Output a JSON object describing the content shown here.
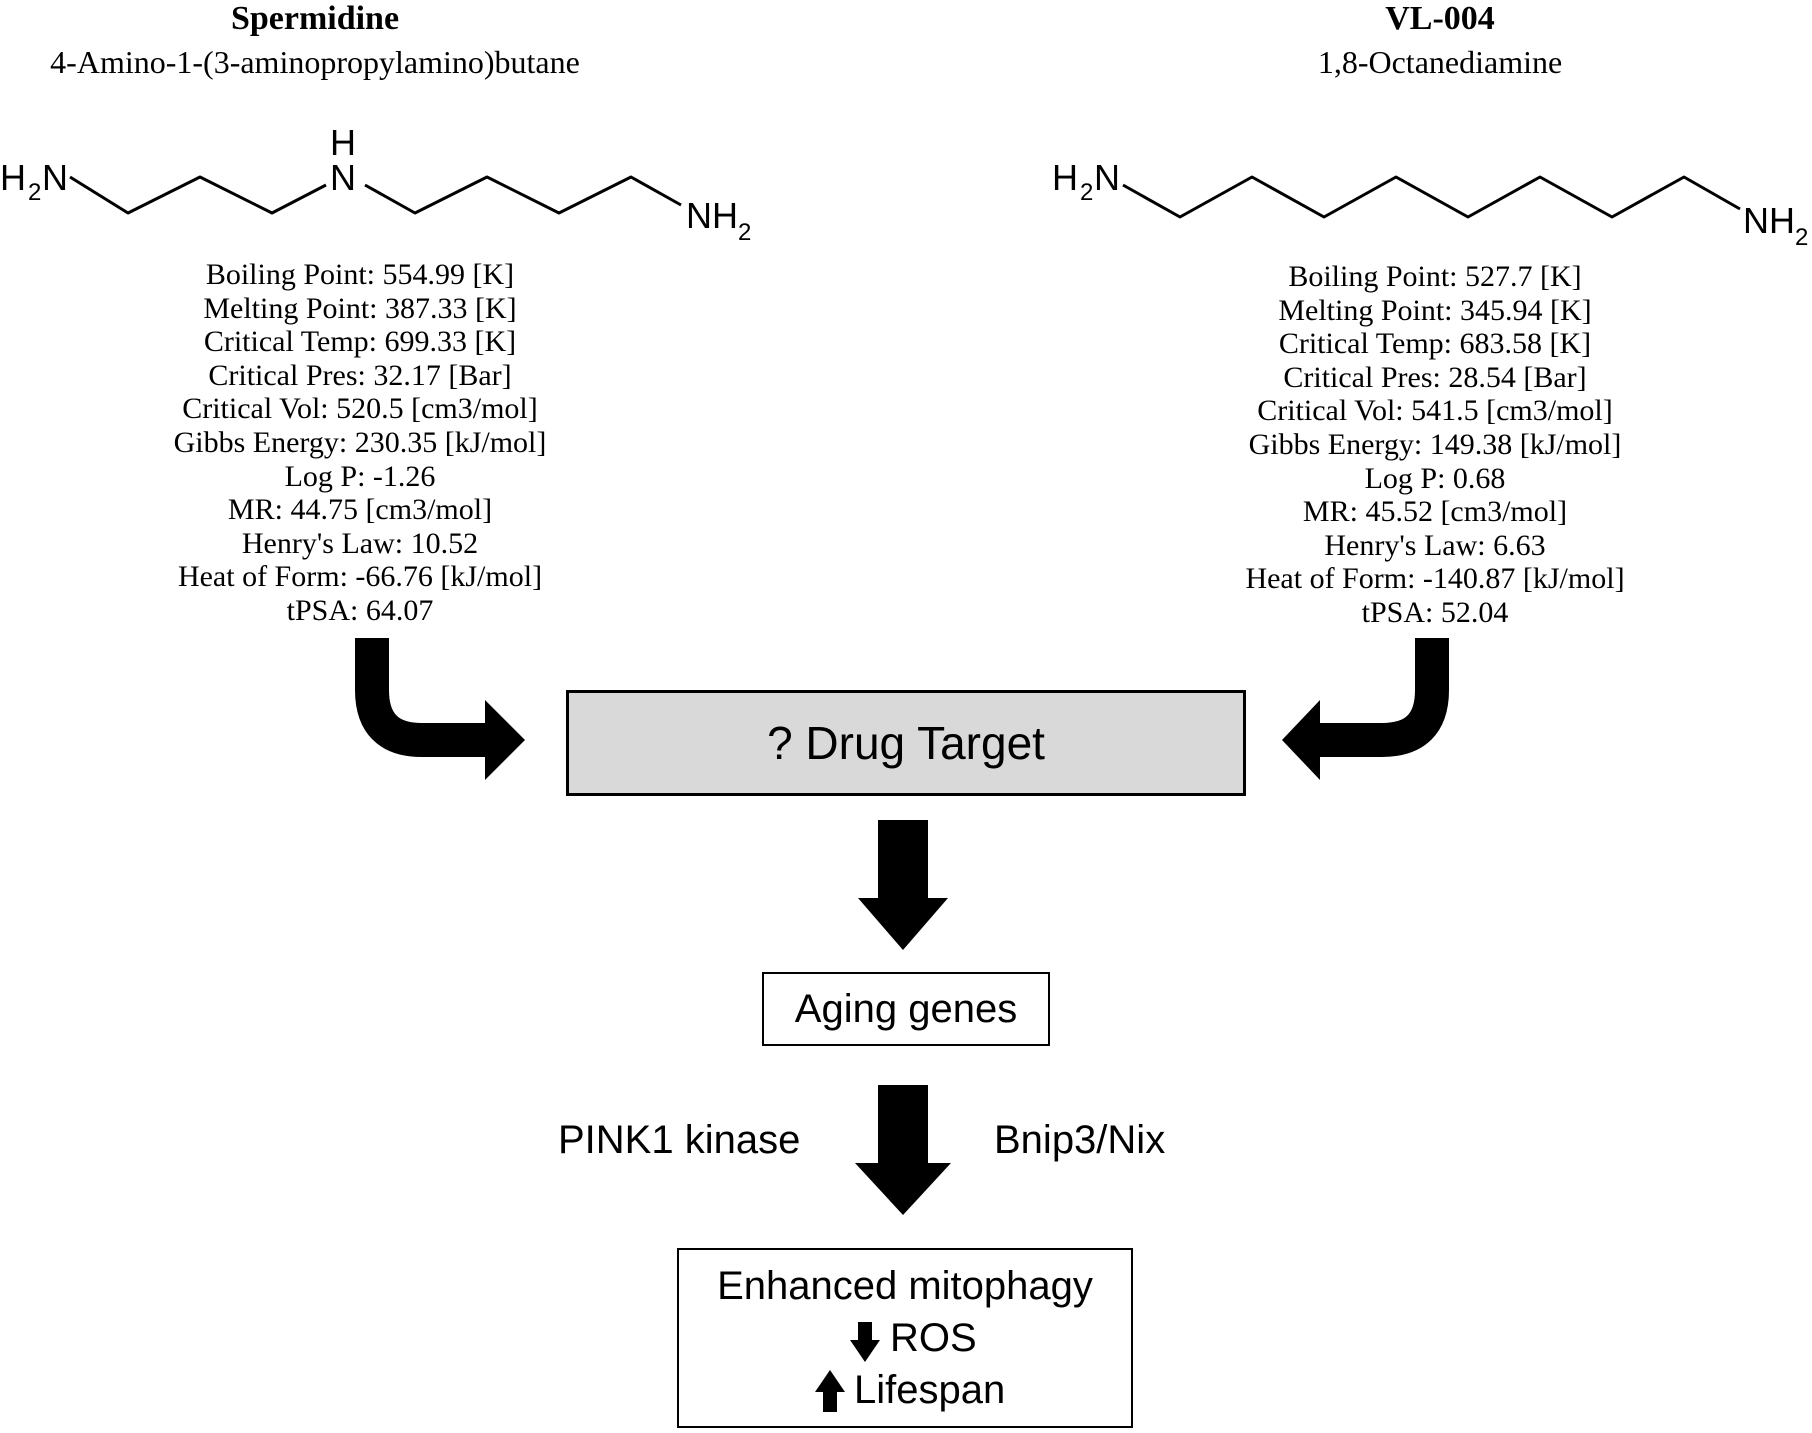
{
  "left_compound": {
    "name": "Spermidine",
    "iupac": "4-Amino-1-(3-aminopropylamino)butane",
    "atoms": {
      "h2n": "H",
      "h2n_sub": "2",
      "h2n_n": "N",
      "nh": "N",
      "nh_h": "H",
      "nh2": "NH",
      "nh2_sub": "2"
    },
    "properties": [
      "Boiling Point: 554.99 [K]",
      "Melting Point: 387.33 [K]",
      "Critical Temp: 699.33 [K]",
      "Critical Pres: 32.17 [Bar]",
      "Critical Vol: 520.5 [cm3/mol]",
      "Gibbs Energy: 230.35 [kJ/mol]",
      "Log P: -1.26",
      "MR: 44.75 [cm3/mol]",
      "Henry's Law: 10.52",
      "Heat of Form: -66.76 [kJ/mol]",
      "tPSA: 64.07"
    ]
  },
  "right_compound": {
    "name": "VL-004",
    "iupac": "1,8-Octanediamine",
    "atoms": {
      "h2n": "H",
      "h2n_sub": "2",
      "h2n_n": "N",
      "nh2": "NH",
      "nh2_sub": "2"
    },
    "properties": [
      "Boiling Point: 527.7 [K]",
      "Melting Point: 345.94 [K]",
      "Critical Temp: 683.58 [K]",
      "Critical Pres: 28.54 [Bar]",
      "Critical Vol: 541.5 [cm3/mol]",
      "Gibbs Energy: 149.38 [kJ/mol]",
      "Log P: 0.68",
      "MR: 45.52 [cm3/mol]",
      "Henry's Law: 6.63",
      "Heat of Form: -140.87 [kJ/mol]",
      "tPSA: 52.04"
    ]
  },
  "drug_target": "? Drug Target",
  "aging_genes": "Aging genes",
  "pathway_left": "PINK1 kinase",
  "pathway_right": "Bnip3/Nix",
  "outcome": {
    "line1": "Enhanced mitophagy",
    "line2": "ROS",
    "line3": "Lifespan"
  },
  "colors": {
    "drug_target_fill": "#d9d9d9",
    "stroke": "#000000"
  }
}
